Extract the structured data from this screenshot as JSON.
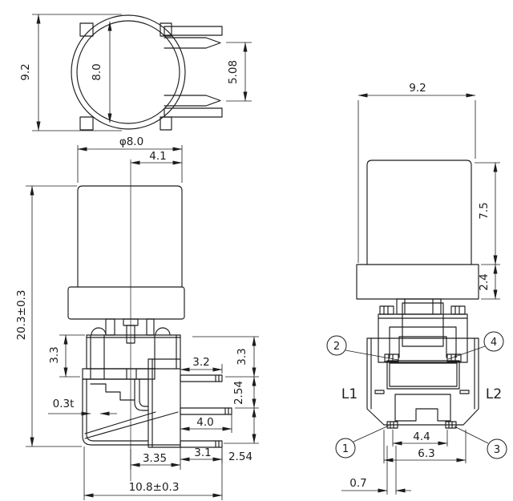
{
  "drawing_title": "pushbutton-switch-dimensional-drawing",
  "views": {
    "top": {
      "dim_outer_height": "9.2",
      "dim_inner_diameter": "8.0",
      "dim_pin_spacing": "5.08"
    },
    "front": {
      "dim_cap_diameter": "φ8.0",
      "dim_cap_offset": "4.1",
      "dim_total_height": "20.3±0.3",
      "dim_body_height_left": "3.3",
      "dim_pin_a_length": "3.2",
      "dim_body_height_right": "3.3",
      "dim_row_pitch_upper": "2.54",
      "dim_bracket_thickness": "0.3t",
      "dim_pin_b_length": "4.0",
      "dim_block_width": "3.35",
      "dim_pin_c_length": "3.1",
      "dim_row_pitch_lower": "2.54",
      "dim_total_depth": "10.8±0.3"
    },
    "side": {
      "dim_base_width": "9.2",
      "dim_cap_height": "7.5",
      "dim_flange_height": "2.4",
      "label_left": "L1",
      "label_right": "L2",
      "dim_inner_span": "4.4",
      "dim_outer_span": "6.3",
      "dim_offset": "0.7",
      "callout_1": "1",
      "callout_2": "2",
      "callout_3": "3",
      "callout_4": "4"
    }
  }
}
